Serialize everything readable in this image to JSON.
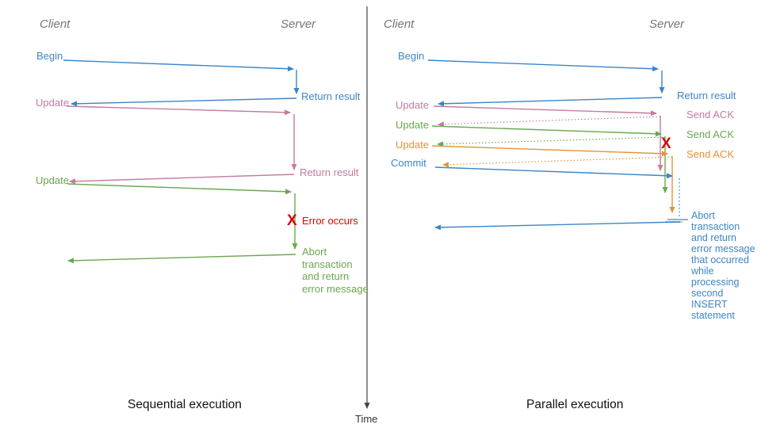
{
  "palette": {
    "blue": "#3d85c6",
    "pink": "#c27ba0",
    "green": "#6aa84f",
    "orange": "#e69138",
    "red": "#e60000",
    "axis_gray": "#444444",
    "header_gray": "#757575",
    "caption_black": "#121212"
  },
  "time_axis": {
    "label": "Time"
  },
  "left": {
    "caption": "Sequential execution",
    "client_header": "Client",
    "server_header": "Server",
    "labels": {
      "begin": "Begin",
      "return_result_1": "Return result",
      "update_1": "Update",
      "return_result_2": "Return result",
      "update_2": "Update",
      "x_mark": "X",
      "error": "Error occurs",
      "abort": "Abort\ntransaction\nand return\nerror message"
    }
  },
  "right": {
    "caption": "Parallel execution",
    "client_header": "Client",
    "server_header": "Server",
    "labels": {
      "begin": "Begin",
      "return_result": "Return result",
      "update_1": "Update",
      "send_ack_1": "Send ACK",
      "update_2": "Update",
      "send_ack_2": "Send ACK",
      "update_3": "Update",
      "send_ack_3": "Send ACK",
      "commit": "Commit",
      "x_mark": "X",
      "abort": "Abort\ntransaction\nand return\nerror message\nthat occurred\nwhile\nprocessing\nsecond\nINSERT\nstatement"
    }
  }
}
